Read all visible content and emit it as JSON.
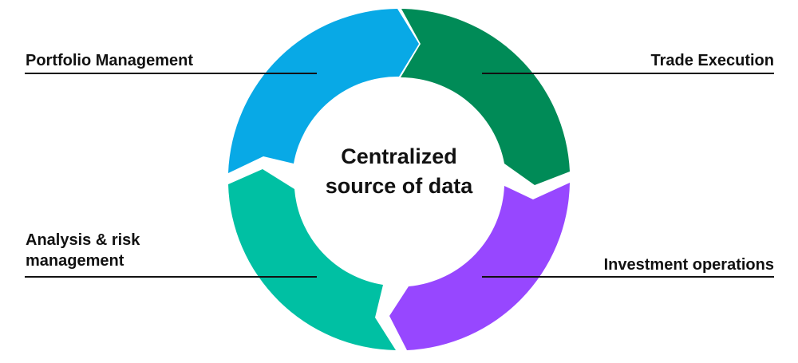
{
  "center": {
    "line1": "Centralized",
    "line2": "source of data"
  },
  "segments": [
    {
      "id": "portfolio-management",
      "label_lines": [
        "Portfolio Management"
      ],
      "color": "#08A9E6"
    },
    {
      "id": "trade-execution",
      "label_lines": [
        "Trade Execution"
      ],
      "color": "#008B57"
    },
    {
      "id": "investment-operations",
      "label_lines": [
        "Investment operations"
      ],
      "color": "#9747FF"
    },
    {
      "id": "analysis-risk-management",
      "label_lines": [
        "Analysis & risk",
        "management"
      ],
      "color": "#00C0A3"
    }
  ],
  "leader_line_color": "#111111"
}
